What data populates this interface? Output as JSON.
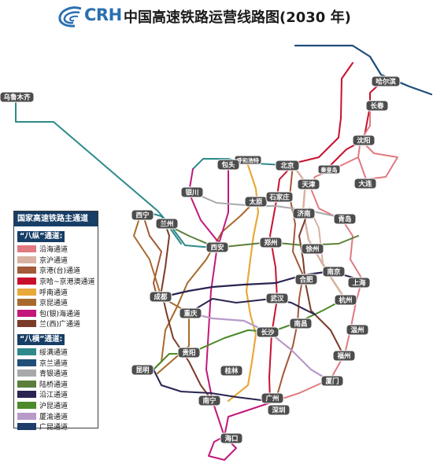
{
  "title": {
    "logo_text": "CRH",
    "text": "中国高速铁路运营线路图(2030 年)"
  },
  "legend": {
    "heading": "国家高速铁路主通道",
    "vertical_heading": "“八纵”通道:",
    "vertical": [
      {
        "label": "沿海通道",
        "color": "#e07a80"
      },
      {
        "label": "京沪通道",
        "color": "#d9b1a1"
      },
      {
        "label": "京港(台)通道",
        "color": "#a25a38"
      },
      {
        "label": "京哈~京港澳通道",
        "color": "#c8102e"
      },
      {
        "label": "呼南通道",
        "color": "#e8a93b"
      },
      {
        "label": "京昆通道",
        "color": "#a86a2c"
      },
      {
        "label": "包(银)海通道",
        "color": "#c2187a"
      },
      {
        "label": "兰(西)广通道",
        "color": "#7b3b2a"
      }
    ],
    "horizontal_heading": "“八横”通道:",
    "horizontal": [
      {
        "label": "绥满通道",
        "color": "#2e8a8a"
      },
      {
        "label": "京兰通道",
        "color": "#1f4e79"
      },
      {
        "label": "青银通道",
        "color": "#a7a9ac"
      },
      {
        "label": "陆桥通道",
        "color": "#5b7f3a"
      },
      {
        "label": "沿江通道",
        "color": "#2a2450"
      },
      {
        "label": "沪昆通道",
        "color": "#4d8a2a"
      },
      {
        "label": "厦渝通道",
        "color": "#b89ac8"
      },
      {
        "label": "广昆通道",
        "color": "#1e3d6b"
      }
    ]
  },
  "cities": [
    {
      "name": "乌鲁木齐"
    },
    {
      "name": "哈尔滨"
    },
    {
      "name": "长春"
    },
    {
      "name": "沈阳"
    },
    {
      "name": "大连"
    },
    {
      "name": "呼和浩特"
    },
    {
      "name": "包头"
    },
    {
      "name": "北京"
    },
    {
      "name": "秦皇岛"
    },
    {
      "name": "天津"
    },
    {
      "name": "银川"
    },
    {
      "name": "太原"
    },
    {
      "name": "石家庄"
    },
    {
      "name": "西宁"
    },
    {
      "name": "兰州"
    },
    {
      "name": "济南"
    },
    {
      "name": "青岛"
    },
    {
      "name": "郑州"
    },
    {
      "name": "西安"
    },
    {
      "name": "徐州"
    },
    {
      "name": "南京"
    },
    {
      "name": "合肥"
    },
    {
      "name": "上海"
    },
    {
      "name": "成都"
    },
    {
      "name": "武汉"
    },
    {
      "name": "杭州"
    },
    {
      "name": "重庆"
    },
    {
      "name": "南昌"
    },
    {
      "name": "长沙"
    },
    {
      "name": "温州"
    },
    {
      "name": "贵阳"
    },
    {
      "name": "福州"
    },
    {
      "name": "昆明"
    },
    {
      "name": "桂林"
    },
    {
      "name": "厦门"
    },
    {
      "name": "南宁"
    },
    {
      "name": "广州"
    },
    {
      "name": "深圳"
    },
    {
      "name": "海口"
    }
  ]
}
